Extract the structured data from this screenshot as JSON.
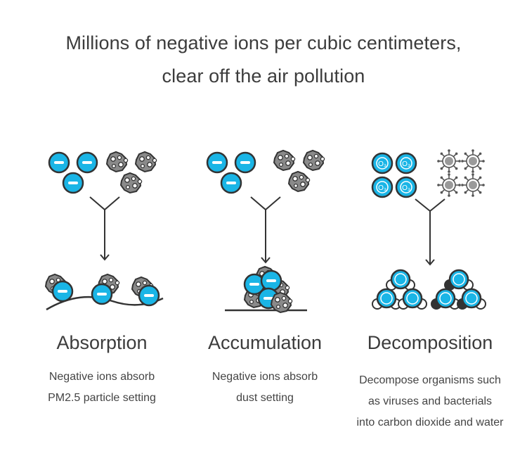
{
  "headline": {
    "line1": "Millions of negative ions per cubic centimeters,",
    "line2": "clear off  the air pollution"
  },
  "columns": [
    {
      "title": "Absorption",
      "desc": [
        "Negative ions absorb",
        "PM2.5  particle setting"
      ]
    },
    {
      "title": "Accumulation",
      "desc": [
        "Negative ions absorb",
        "dust setting"
      ]
    },
    {
      "title": "Decomposition",
      "desc": [
        "Decompose organisms such",
        "as viruses and bacterials",
        "into carbon dioxide and water"
      ]
    }
  ],
  "icons": {
    "ozone_label": "O₃"
  },
  "colors": {
    "ion_blue": "#1ab5e6",
    "outline": "#333333",
    "particle_gray": "#8a8a8a",
    "virus_gray": "#9a9a9a"
  }
}
